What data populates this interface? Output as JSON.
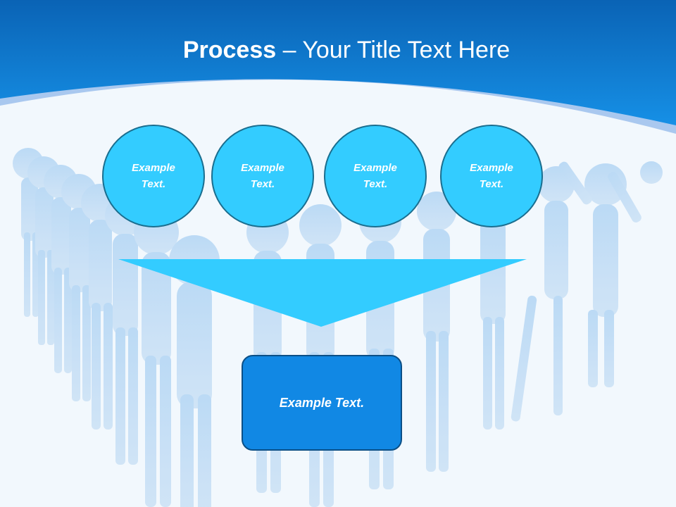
{
  "slide": {
    "title_bold": "Process",
    "title_rest": " – Your Title Text Here",
    "steps": [
      "Example Text.",
      "Example Text.",
      "Example Text.",
      "Example Text."
    ],
    "result": "Example Text."
  },
  "colors": {
    "header_top": "#0a63b5",
    "header_bottom": "#1690e6",
    "arc_light": "#a9c8ef",
    "background": "#f2f8fd",
    "figures": "#a8cdf0",
    "circle_fill": "#33ccff",
    "circle_border": "#1a6e8f",
    "funnel": "#33ccff",
    "box_fill": "#1188e4",
    "box_border": "#0b4f86"
  }
}
